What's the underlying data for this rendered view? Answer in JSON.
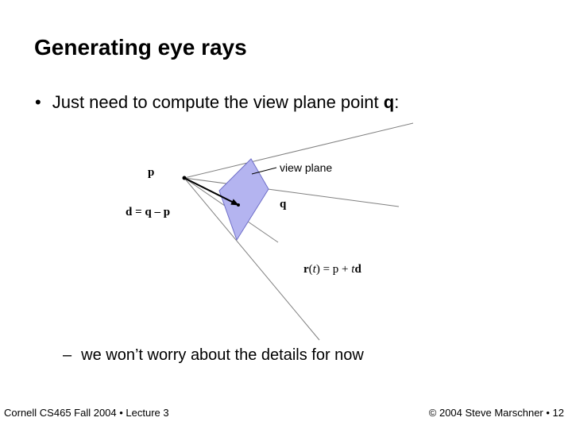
{
  "slide": {
    "title": "Generating eye rays",
    "bullet": {
      "symbol": "•",
      "text_before": "Just need to compute the view plane point ",
      "bold_term": "q",
      "text_after": ":"
    },
    "sub_bullet": {
      "symbol": "–",
      "text": "we won’t worry about the details for now"
    }
  },
  "diagram": {
    "label_p": "p",
    "label_view_plane": "view plane",
    "label_d_eq": "d = q – p",
    "label_q": "q",
    "label_r_r": "r",
    "label_r_open": "(",
    "label_r_t": "t",
    "label_r_mid": ") = p + ",
    "label_r_t2": "t",
    "label_r_d": "d",
    "colors": {
      "plane_fill": "#b4b4f0",
      "plane_stroke": "#6e6ec8",
      "ray_line": "#808080"
    }
  },
  "footer": {
    "left": "Cornell CS465 Fall 2004 • Lecture 3",
    "right": "© 2004 Steve Marschner • 12"
  }
}
